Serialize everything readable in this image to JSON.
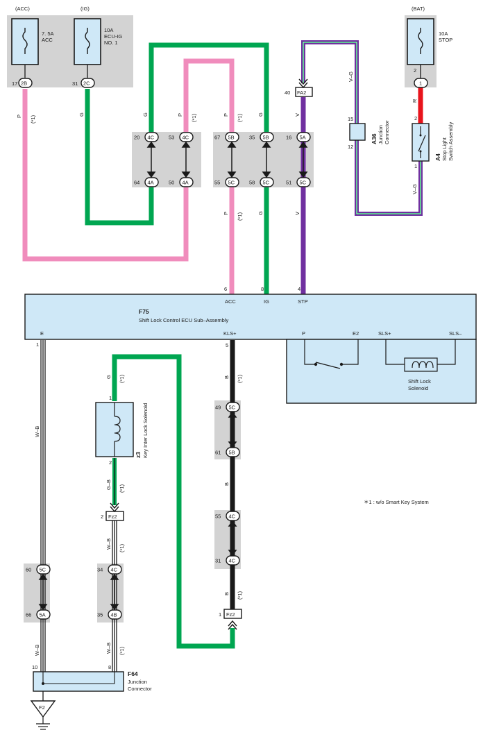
{
  "colors": {
    "box": "#d3d3d3",
    "panel": "#cfe8f7",
    "pink": "#f08cbc",
    "green": "#00a651",
    "violet": "#7030a0",
    "red": "#e8141c",
    "black": "#1a1a1a"
  },
  "fuses": [
    {
      "supply": "(ACC)",
      "rating": "7. 5A",
      "name": "ACC",
      "pin": "17",
      "conn": "2B",
      "wire": "P",
      "note": "(*1)"
    },
    {
      "supply": "(IG)",
      "rating": "10A",
      "name": "ECU-IG",
      "name2": "NO. 1",
      "pin": "31",
      "conn": "2C",
      "wire": "G"
    },
    {
      "supply": "(BAT)",
      "rating": "10A",
      "name": "STOP",
      "pin": "2",
      "conn": "1"
    }
  ],
  "junctions_top": [
    {
      "top_pin": "20",
      "top_conn": "4C",
      "bottom_pin": "64",
      "bottom_conn": "4A",
      "wire": "G"
    },
    {
      "top_pin": "53",
      "top_conn": "4C",
      "bottom_pin": "50",
      "bottom_conn": "4A",
      "wire": "P",
      "note": "(*1)"
    },
    {
      "top_pin": "67",
      "top_conn": "5B",
      "bottom_pin": "55",
      "bottom_conn": "5C",
      "wire": "P",
      "note": "(*1)"
    },
    {
      "top_pin": "35",
      "top_conn": "5B",
      "bottom_pin": "58",
      "bottom_conn": "5C",
      "wire": "G"
    },
    {
      "top_pin": "16",
      "top_conn": "5A",
      "bottom_pin": "51",
      "bottom_conn": "5C",
      "wire": "V"
    }
  ],
  "connector_fa2": {
    "pin": "40",
    "name": "FA2",
    "wire": "V"
  },
  "a36": {
    "code": "A36",
    "name": "Junction",
    "name2": "Connector",
    "pin_top": "15",
    "pin_bottom": "12",
    "wire": "V–G"
  },
  "a4": {
    "code": "A4",
    "name": "Stop Light",
    "name2": "Switch Assembly",
    "pin_top": "2",
    "pin_bottom": "1",
    "wire_top": "R",
    "wire_bottom": "V–G"
  },
  "ecu": {
    "code": "F75",
    "name": "Shift Lock Control ECU Sub–Assembly",
    "top_pins": [
      {
        "num": "6",
        "label": "ACC"
      },
      {
        "num": "8",
        "label": "IG"
      },
      {
        "num": "4",
        "label": "STP"
      }
    ],
    "bottom_pins": [
      {
        "num": "1",
        "label": "E"
      },
      {
        "num": "5",
        "label": "KLS+"
      }
    ],
    "internal": {
      "p": "P",
      "e2": "E2",
      "slsp": "SLS+",
      "slsm": "SLS–",
      "solenoid": "Shift Lock",
      "solenoid2": "Solenoid"
    }
  },
  "lower_wires": {
    "lc_p1": "P",
    "lc_note1": "(*1)",
    "lc_p2": "P",
    "lc_note2": "(*1)",
    "lc_g1": "G",
    "lc_g2": "G",
    "lc_v1": "V",
    "lc_v2": "V",
    "wb": "W–B",
    "b": "B",
    "g": "G",
    "gb": "G–B",
    "n1": "(*1)"
  },
  "z3": {
    "code": "z3",
    "name": "Key Inter Lock Solenoid",
    "pin_top": "1",
    "pin_bottom": "2"
  },
  "fz2_top": {
    "pin": "2",
    "name": "Fz2"
  },
  "fz2_bottom": {
    "pin": "1",
    "name": "Fz2"
  },
  "junctions_lower": [
    {
      "top_pin": "49",
      "top_conn": "5C",
      "bottom_pin": "61",
      "bottom_conn": "5B"
    },
    {
      "top_pin": "55",
      "top_conn": "4C",
      "bottom_pin": "31",
      "bottom_conn": "4C"
    },
    {
      "top_pin": "60",
      "top_conn": "5C",
      "bottom_pin": "66",
      "bottom_conn": "5A"
    },
    {
      "top_pin": "34",
      "top_conn": "4C",
      "bottom_pin": "35",
      "bottom_conn": "4B"
    }
  ],
  "f64": {
    "code": "F64",
    "name": "Junction",
    "name2": "Connector",
    "pin_left": "10",
    "pin_right": "8"
  },
  "ground": {
    "name": "F2"
  },
  "footnote": "＊1 : w/o Smart Key System"
}
